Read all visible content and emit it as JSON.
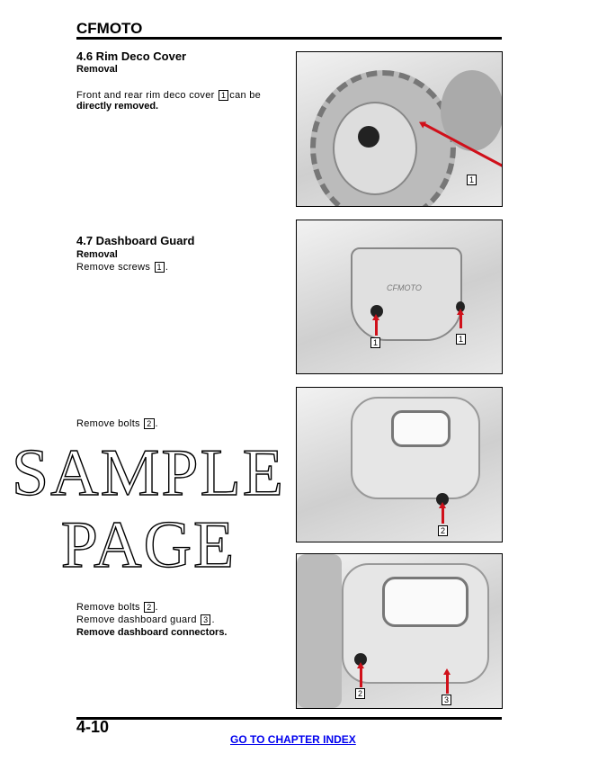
{
  "header": {
    "brand": "CFMOTO"
  },
  "sections": [
    {
      "title": "4.6 Rim Deco Cover",
      "subtitle": "Removal",
      "text_before": "Front and rear rim deco cover",
      "ref": "1",
      "text_after": "can be",
      "bold_line": "directly removed."
    },
    {
      "title": "4.7 Dashboard Guard",
      "subtitle": "Removal",
      "step1": "Remove screws",
      "ref1": "1",
      "step2": "Remove bolts",
      "ref2": "2",
      "step3a": "Remove bolts",
      "ref3a": "2",
      "step3b": "Remove dashboard guard",
      "ref3b": "3",
      "step3c": "Remove dashboard connectors."
    }
  ],
  "figures": [
    {
      "callouts": [
        "1"
      ]
    },
    {
      "callouts": [
        "1",
        "1"
      ],
      "logo": "CFMOTO"
    },
    {
      "callouts": [
        "2"
      ]
    },
    {
      "callouts": [
        "2",
        "3"
      ]
    }
  ],
  "footer": {
    "page_number": "4-10",
    "link": "GO TO CHAPTER INDEX"
  },
  "watermark": "SAMPLE PAGE",
  "colors": {
    "arrow": "#d0101a",
    "link": "#0000ee"
  }
}
